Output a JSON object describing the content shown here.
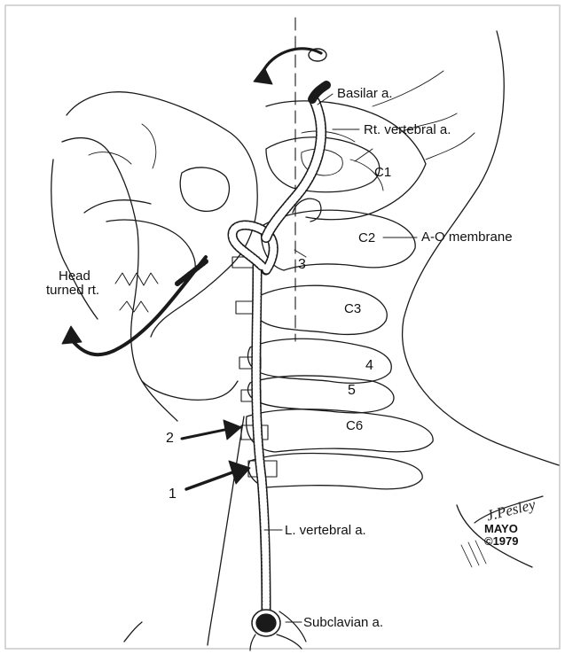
{
  "labels": {
    "basilar": "Basilar a.",
    "rt_vertebral": "Rt. vertebral a.",
    "c1": "C1",
    "c2": "C2",
    "ao_membrane": "A-O membrane",
    "three": "3",
    "head_turned_line1": "Head",
    "head_turned_line2": "turned rt.",
    "c3": "C3",
    "four": "4",
    "five": "5",
    "c6": "C6",
    "two": "2",
    "one": "1",
    "l_vertebral": "L. vertebral a.",
    "subclavian": "Subclavian a."
  },
  "credit": {
    "mayo": "MAYO",
    "year": "©1979"
  },
  "colors": {
    "ink": "#1a1a1a",
    "paper": "#ffffff",
    "frame": "#d0d0d0"
  }
}
